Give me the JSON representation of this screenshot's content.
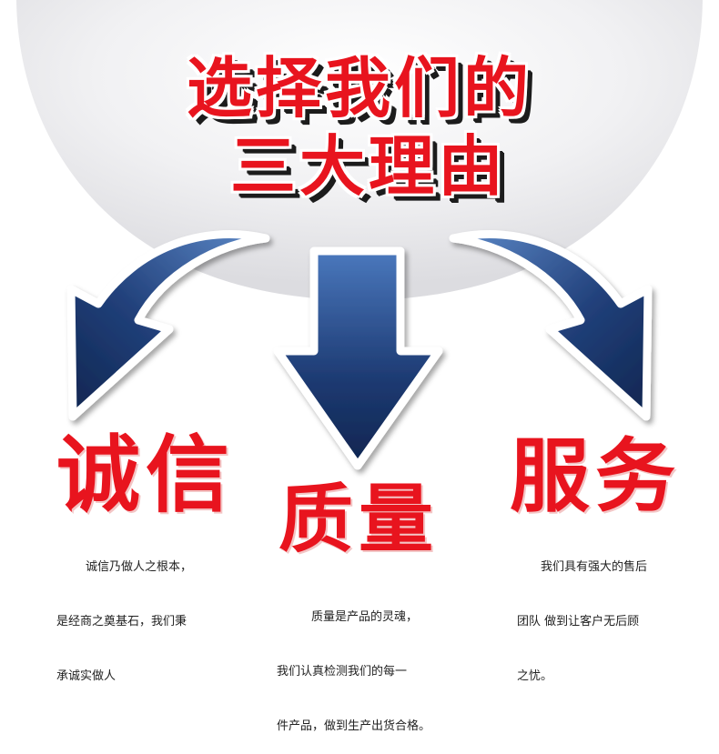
{
  "headline": {
    "line1": "选择我们的",
    "line2": "三大理由"
  },
  "pillars": [
    {
      "title": "诚信",
      "lines": [
        "诚信乃做人之根本，",
        "是经商之奠基石，我们秉",
        "承诚实做人"
      ]
    },
    {
      "title": "质量",
      "lines": [
        "质量是产品的灵魂，",
        "我们认真检测我们的每一",
        "件产品，做到生产出货合格。"
      ]
    },
    {
      "title": "服务",
      "lines": [
        "我们具有强大的售后",
        "团队 做到让客户无后顾",
        "之忧。"
      ]
    }
  ],
  "colors": {
    "accent_red": "#e8141e",
    "arrow_dark": "#0f2550",
    "arrow_light": "#3f6fb5",
    "disc": "#e6e6e8"
  }
}
